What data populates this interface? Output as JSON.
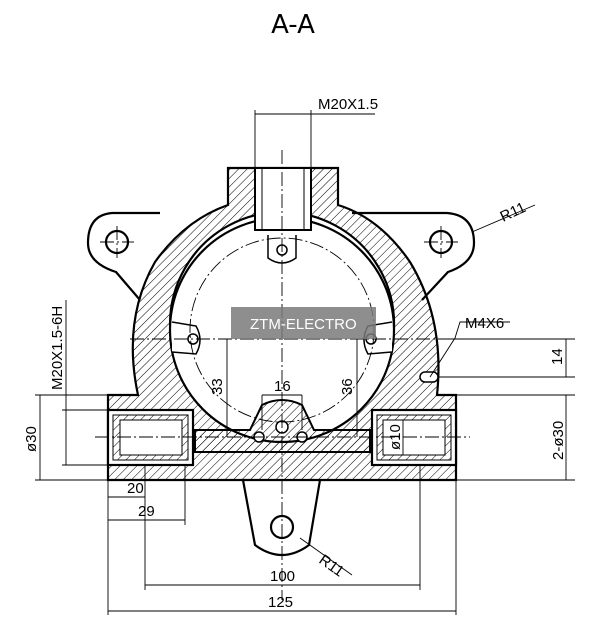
{
  "title": "A-A",
  "watermark": "ZTM-ELECTRO",
  "dimensions": {
    "thread_top": "M20X1.5",
    "thread_left": "M20X1.5-6H",
    "radius_top": "R11",
    "radius_bottom": "R11",
    "screw": "M4X6",
    "h14": "14",
    "dia30_left": "ø30",
    "dia30_right": "2-ø30",
    "dia10": "ø10",
    "v33": "33",
    "v36": "36",
    "h16": "16",
    "h20": "20",
    "h29": "29",
    "h100": "100",
    "h125": "125"
  }
}
